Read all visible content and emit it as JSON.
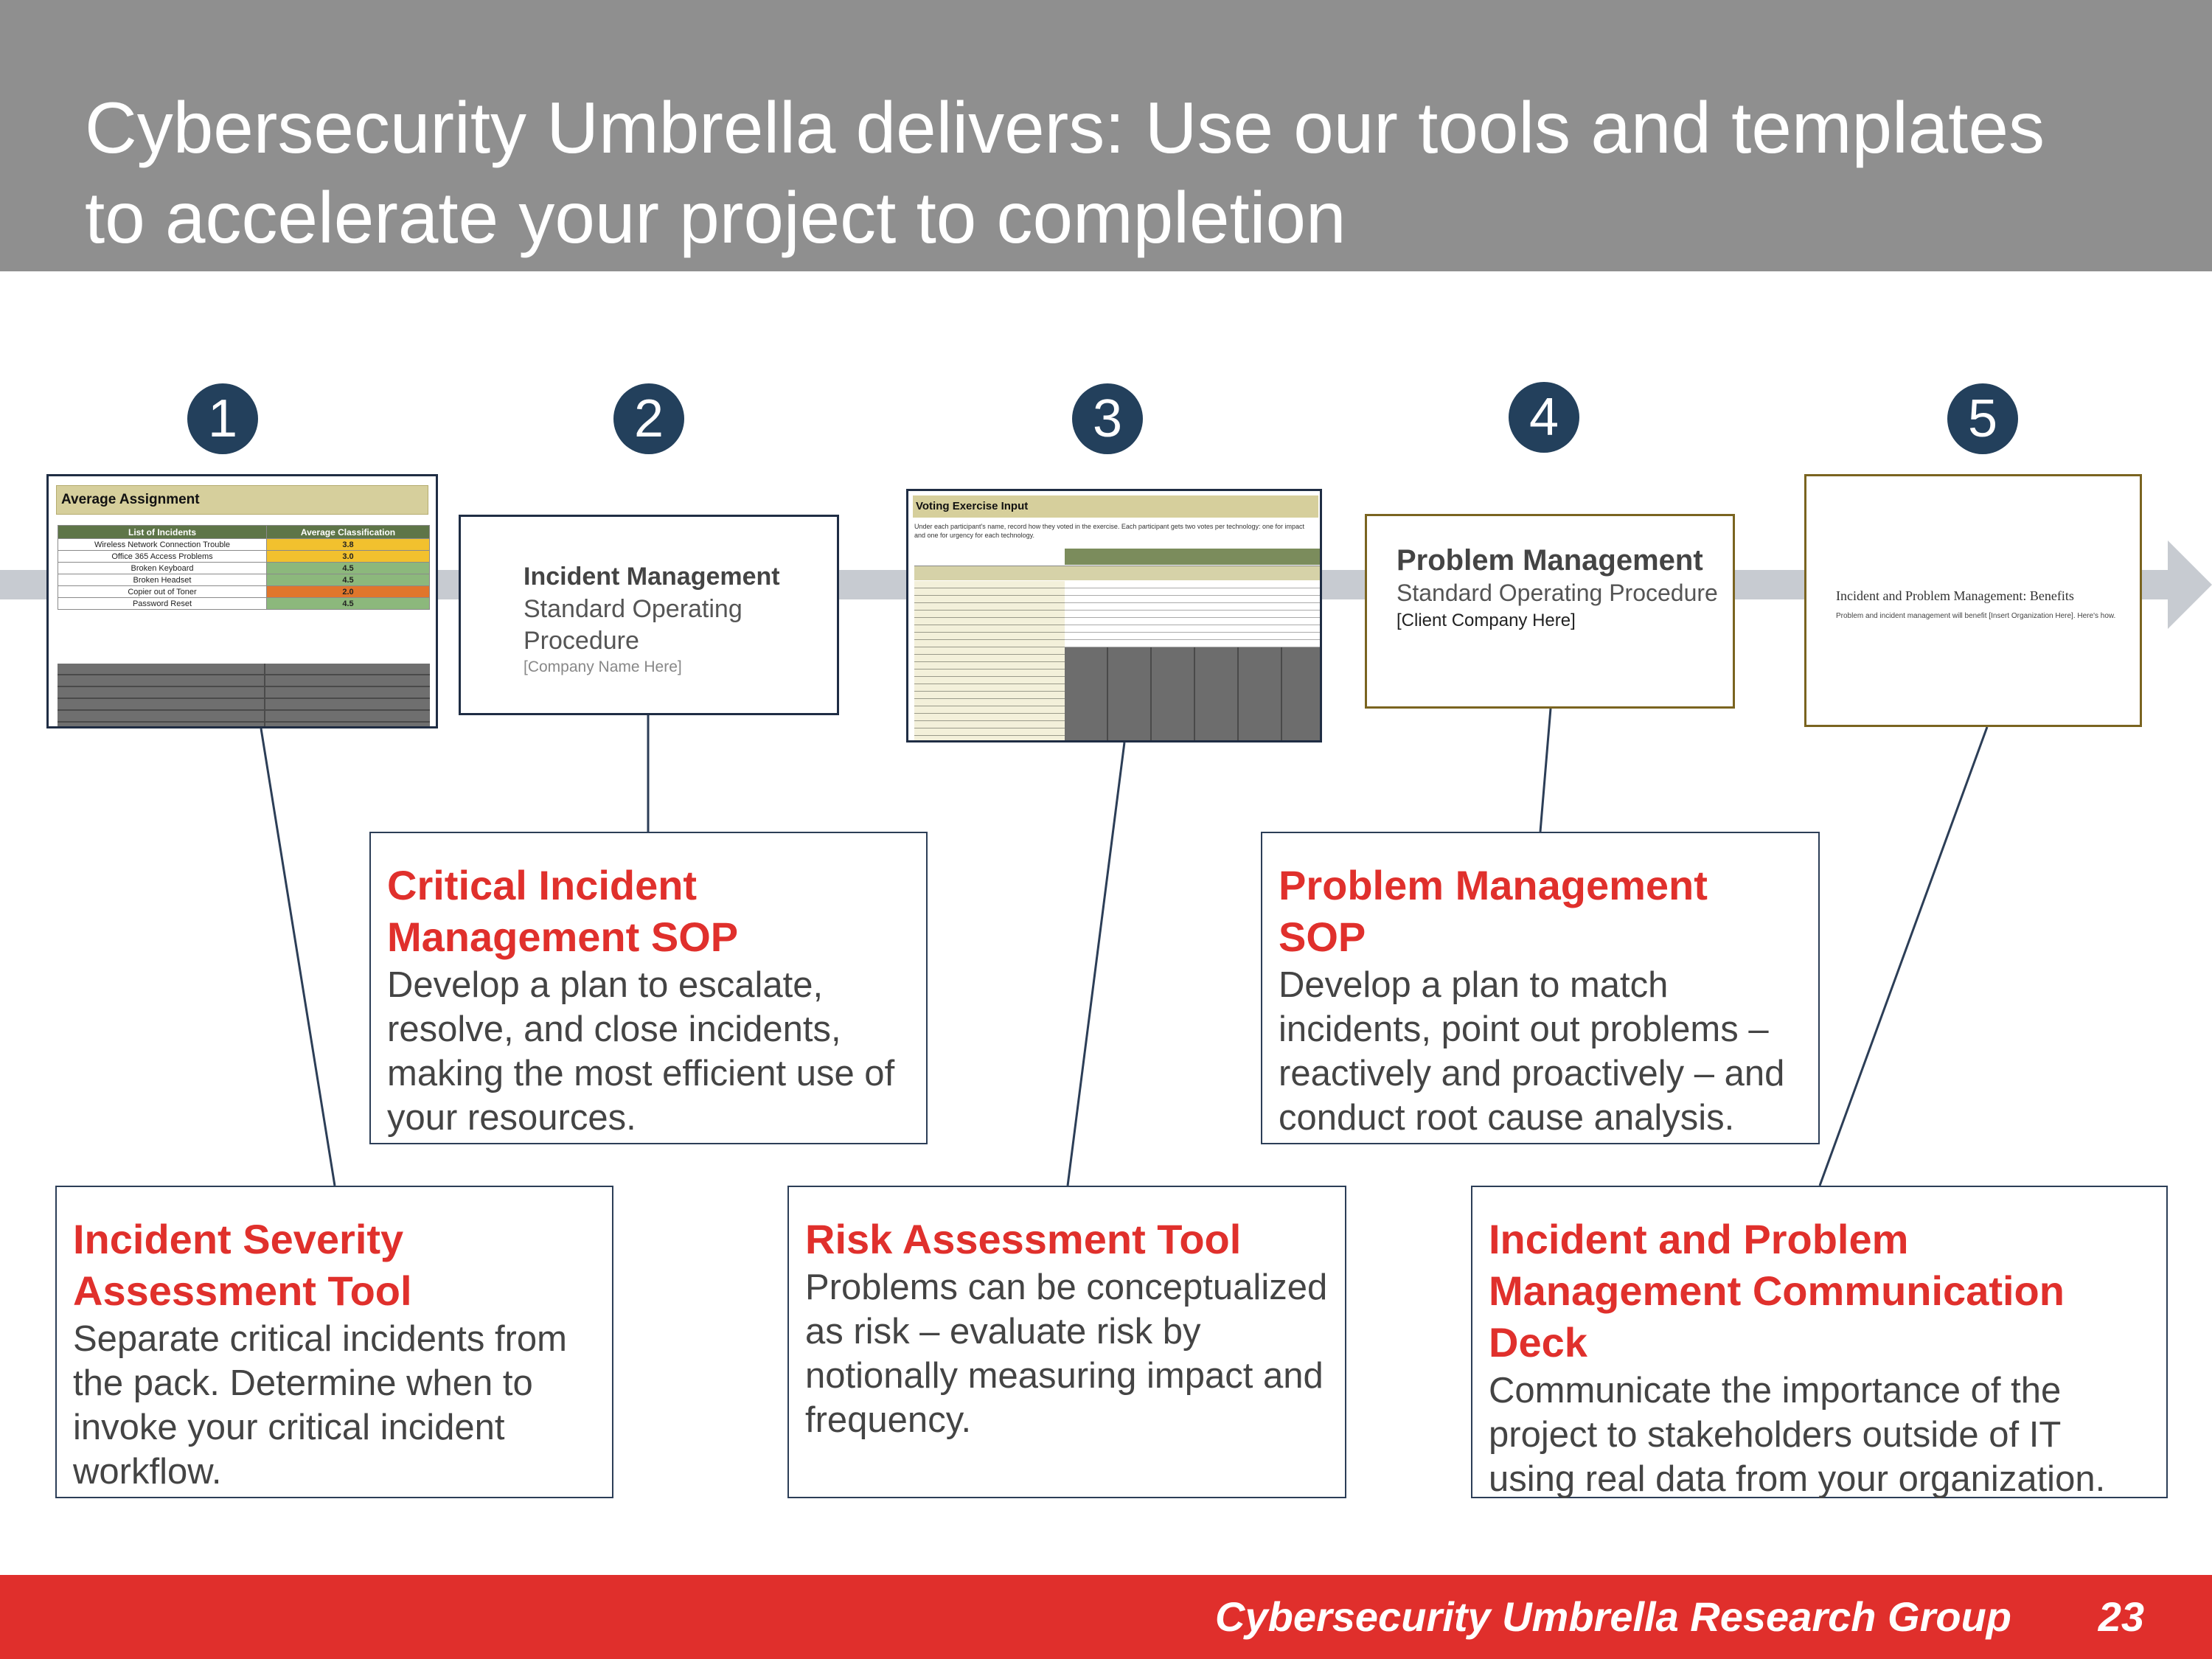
{
  "header": {
    "title_line1": "Cybersecurity Umbrella delivers: Use our tools and templates",
    "title_line2": "to accelerate your project to completion"
  },
  "badges": [
    "1",
    "2",
    "3",
    "4",
    "5"
  ],
  "thumbnails": {
    "t1": {
      "title": "Average Assignment",
      "headers": [
        "List of Incidents",
        "Average Classification"
      ],
      "rows": [
        {
          "name": "Wireless Network Connection Trouble",
          "value": "3.8",
          "color": "#f2c12e"
        },
        {
          "name": "Office 365 Access Problems",
          "value": "3.0",
          "color": "#f2c12e"
        },
        {
          "name": "Broken Keyboard",
          "value": "4.5",
          "color": "#8cb87c"
        },
        {
          "name": "Broken Headset",
          "value": "4.5",
          "color": "#8cb87c"
        },
        {
          "name": "Copier out of Toner",
          "value": "2.0",
          "color": "#e0762c"
        },
        {
          "name": "Password Reset",
          "value": "4.5",
          "color": "#8cb87c"
        }
      ]
    },
    "t2": {
      "title": "Incident Management",
      "subtitle": "Standard Operating Procedure",
      "company": "[Company Name Here]"
    },
    "t3": {
      "title": "Voting Exercise Input",
      "text": "Under each participant's name, record how they voted in the exercise. Each participant gets two votes per technology: one for impact and one for urgency for each technology."
    },
    "t4": {
      "title": "Problem Management",
      "subtitle": "Standard Operating Procedure",
      "company": "[Client Company Here]"
    },
    "t5": {
      "title": "Incident and Problem Management: Benefits",
      "text": "Problem and incident management will benefit [Insert Organization Here]. Here's how."
    }
  },
  "boxes": {
    "b1": {
      "title": "Incident Severity Assessment Tool",
      "desc": "Separate critical incidents from the pack. Determine when to invoke your critical incident workflow."
    },
    "b2": {
      "title": "Critical Incident Management SOP",
      "desc": "Develop a plan to escalate, resolve, and close incidents, making the most efficient use of your resources."
    },
    "b3": {
      "title": "Risk Assessment Tool",
      "desc": "Problems can be conceptualized as risk – evaluate risk by notionally measuring impact and frequency."
    },
    "b4": {
      "title": "Problem Management SOP",
      "desc": "Develop a plan to match incidents, point out problems – reactively and proactively – and conduct root cause analysis."
    },
    "b5": {
      "title": "Incident and Problem Management Communication Deck",
      "desc": "Communicate the importance of the project to stakeholders outside of IT using real data from your organization."
    }
  },
  "footer": {
    "org": "Cybersecurity Umbrella Research Group",
    "page": "23"
  },
  "colors": {
    "header_bg": "#8f8f8f",
    "badge_bg": "#23405c",
    "accent_red": "#e0302c",
    "footer_bg": "#e02f2c",
    "arrow": "#c9ccd2"
  }
}
